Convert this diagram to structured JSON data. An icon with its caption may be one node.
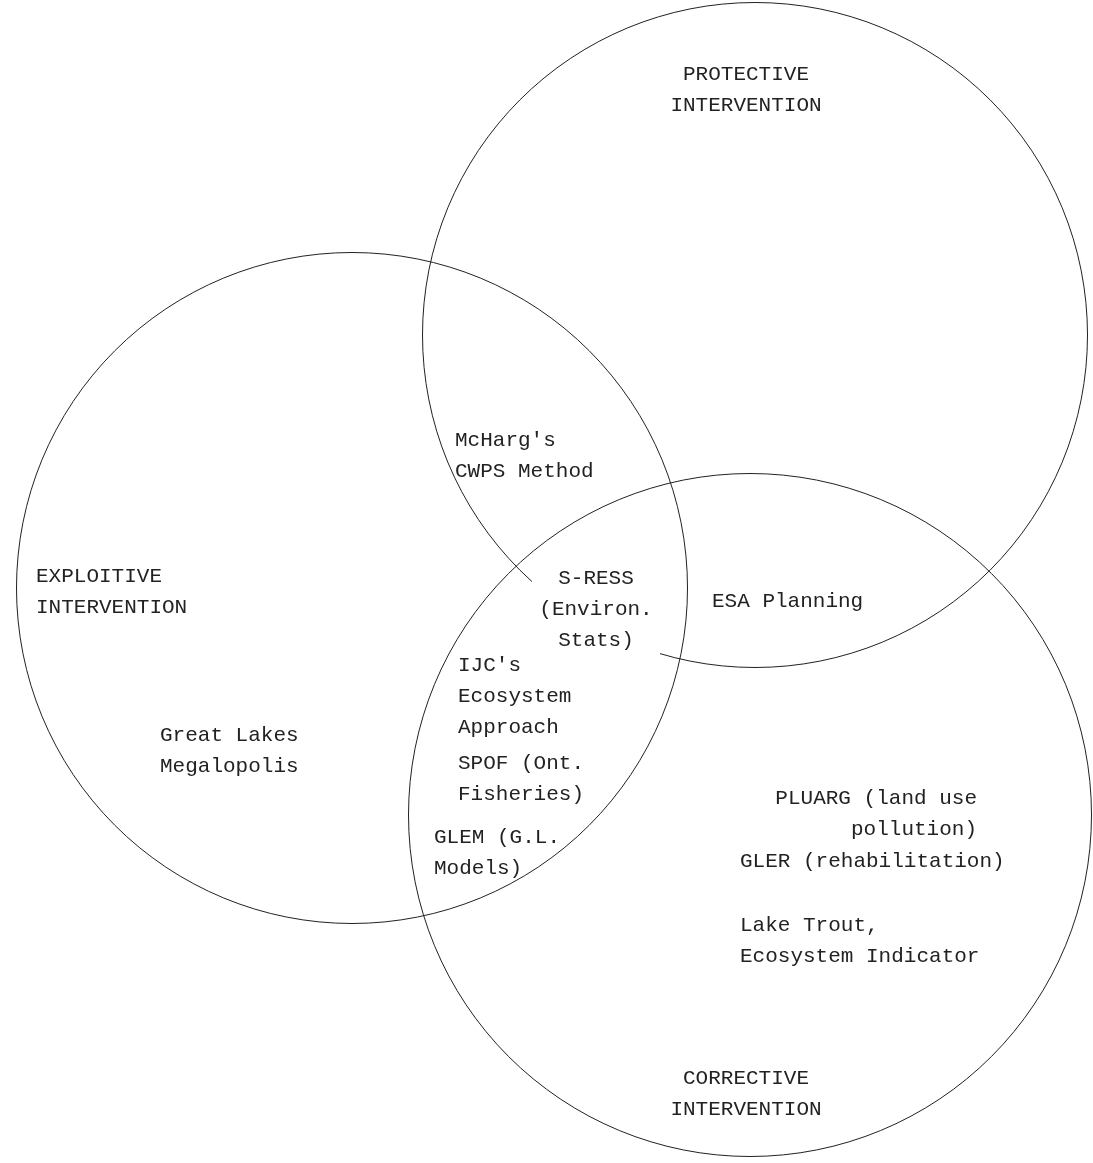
{
  "diagram": {
    "nodes": [
      {
        "text": [
          "PROTECTIVE INTERVENTION"
        ]
      },
      {
        "text": [
          "EXPLOITIVE INTERVENTION"
        ]
      },
      {
        "text": [
          "CORRECTIVE INTERVENTION"
        ]
      }
    ],
    "labels": [
      "McHarg's CWPS Method",
      "S-RESS (Environ. Stats)",
      "ESA Planning",
      "IJC's Ecosystem Approach",
      "Great Lakes Megalopolis",
      "SPOF (Ont. Fisheries)",
      "PLUARG (land use pollution)",
      "GLEM (G.L. Models)",
      "GLER (rehabilitation)",
      "Lake Trout, Ecosystem Indicator"
    ]
  }
}
